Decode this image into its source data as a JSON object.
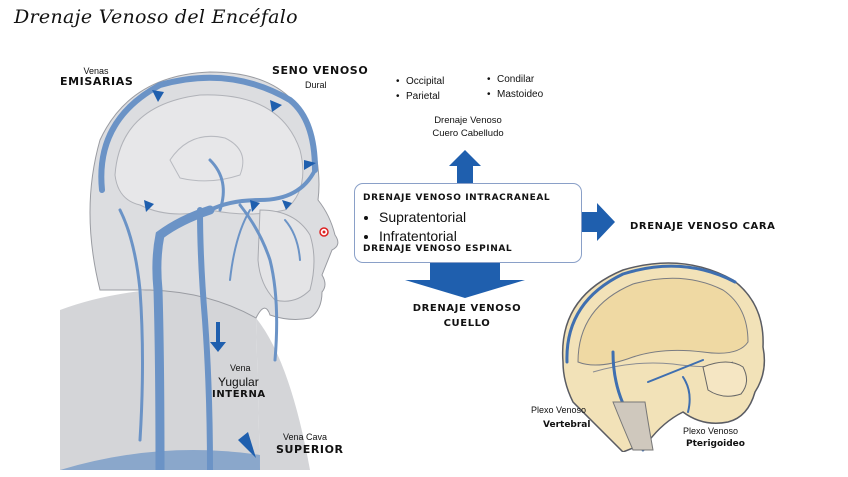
{
  "title": "Drenaje Venoso del Encéfalo",
  "labels": {
    "emisarias_small": "Venas",
    "emisarias_big": "EMISARIAS",
    "seno_big": "SENO VENOSO",
    "seno_small": "Dural",
    "yugular_small": "Vena",
    "yugular_mid": "Yugular",
    "yugular_big": "INTERNA",
    "cava_small": "Vena Cava",
    "cava_big": "SUPERIOR",
    "cuero_line1": "Drenaje Venoso",
    "cuero_line2": "Cuero Cabelludo",
    "cara": "DRENAJE VENOSO CARA",
    "cuello_line1": "DRENAJE VENOSO",
    "cuello_line2": "CUELLO",
    "plexo_vert_small": "Plexo Venoso",
    "plexo_vert_big": "Vertebral",
    "plexo_pter_small": "Plexo Venoso",
    "plexo_pter_big": "Pterigoideo"
  },
  "scalp_bullets": [
    "Occipital",
    "Parietal",
    "Condilar",
    "Mastoideo"
  ],
  "central_box": {
    "header": "DRENAJE VENOSO INTRACRANEAL",
    "items": [
      "Supratentorial",
      "Infratentorial"
    ],
    "footer": "DRENAJE VENOSO ESPINAL"
  },
  "colors": {
    "arrow_blue": "#1f5fae",
    "vein_blue": "#6b93c6",
    "head_gray": "#d9dadc",
    "skull_bone": "#efd9a3"
  }
}
